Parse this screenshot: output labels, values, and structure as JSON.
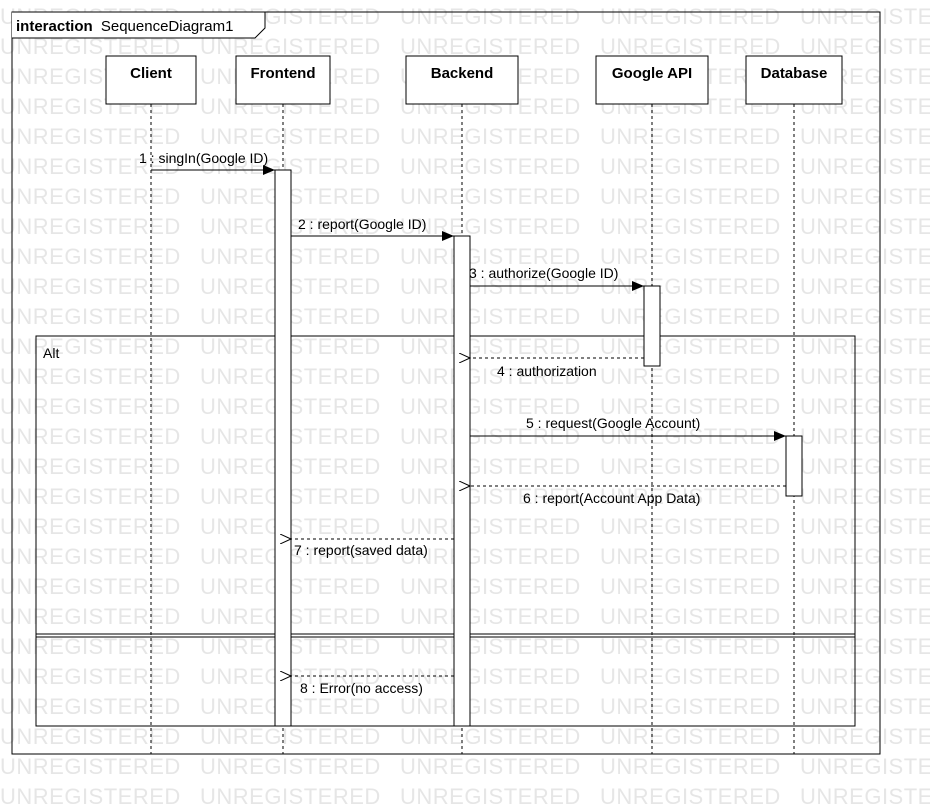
{
  "frame": {
    "keyword": "interaction",
    "name": "SequenceDiagram1"
  },
  "watermark": "UNREGISTERED",
  "lifelines": [
    {
      "id": "client",
      "name": "Client"
    },
    {
      "id": "frontend",
      "name": "Frontend"
    },
    {
      "id": "backend",
      "name": "Backend"
    },
    {
      "id": "google",
      "name": "Google API"
    },
    {
      "id": "database",
      "name": "Database"
    }
  ],
  "fragment": {
    "operator": "Alt"
  },
  "messages": [
    {
      "label": "1 : singIn(Google ID)",
      "from": "client",
      "to": "frontend",
      "kind": "sync"
    },
    {
      "label": "2 : report(Google ID)",
      "from": "frontend",
      "to": "backend",
      "kind": "sync"
    },
    {
      "label": "3 : authorize(Google ID)",
      "from": "backend",
      "to": "google",
      "kind": "sync"
    },
    {
      "label": "4 : authorization",
      "from": "google",
      "to": "backend",
      "kind": "reply"
    },
    {
      "label": "5 : request(Google Account)",
      "from": "backend",
      "to": "database",
      "kind": "sync"
    },
    {
      "label": "6 : report(Account App Data)",
      "from": "database",
      "to": "backend",
      "kind": "reply"
    },
    {
      "label": "7 : report(saved data)",
      "from": "backend",
      "to": "frontend",
      "kind": "reply"
    },
    {
      "label": "8 : Error(no access)",
      "from": "backend",
      "to": "frontend",
      "kind": "reply"
    }
  ]
}
